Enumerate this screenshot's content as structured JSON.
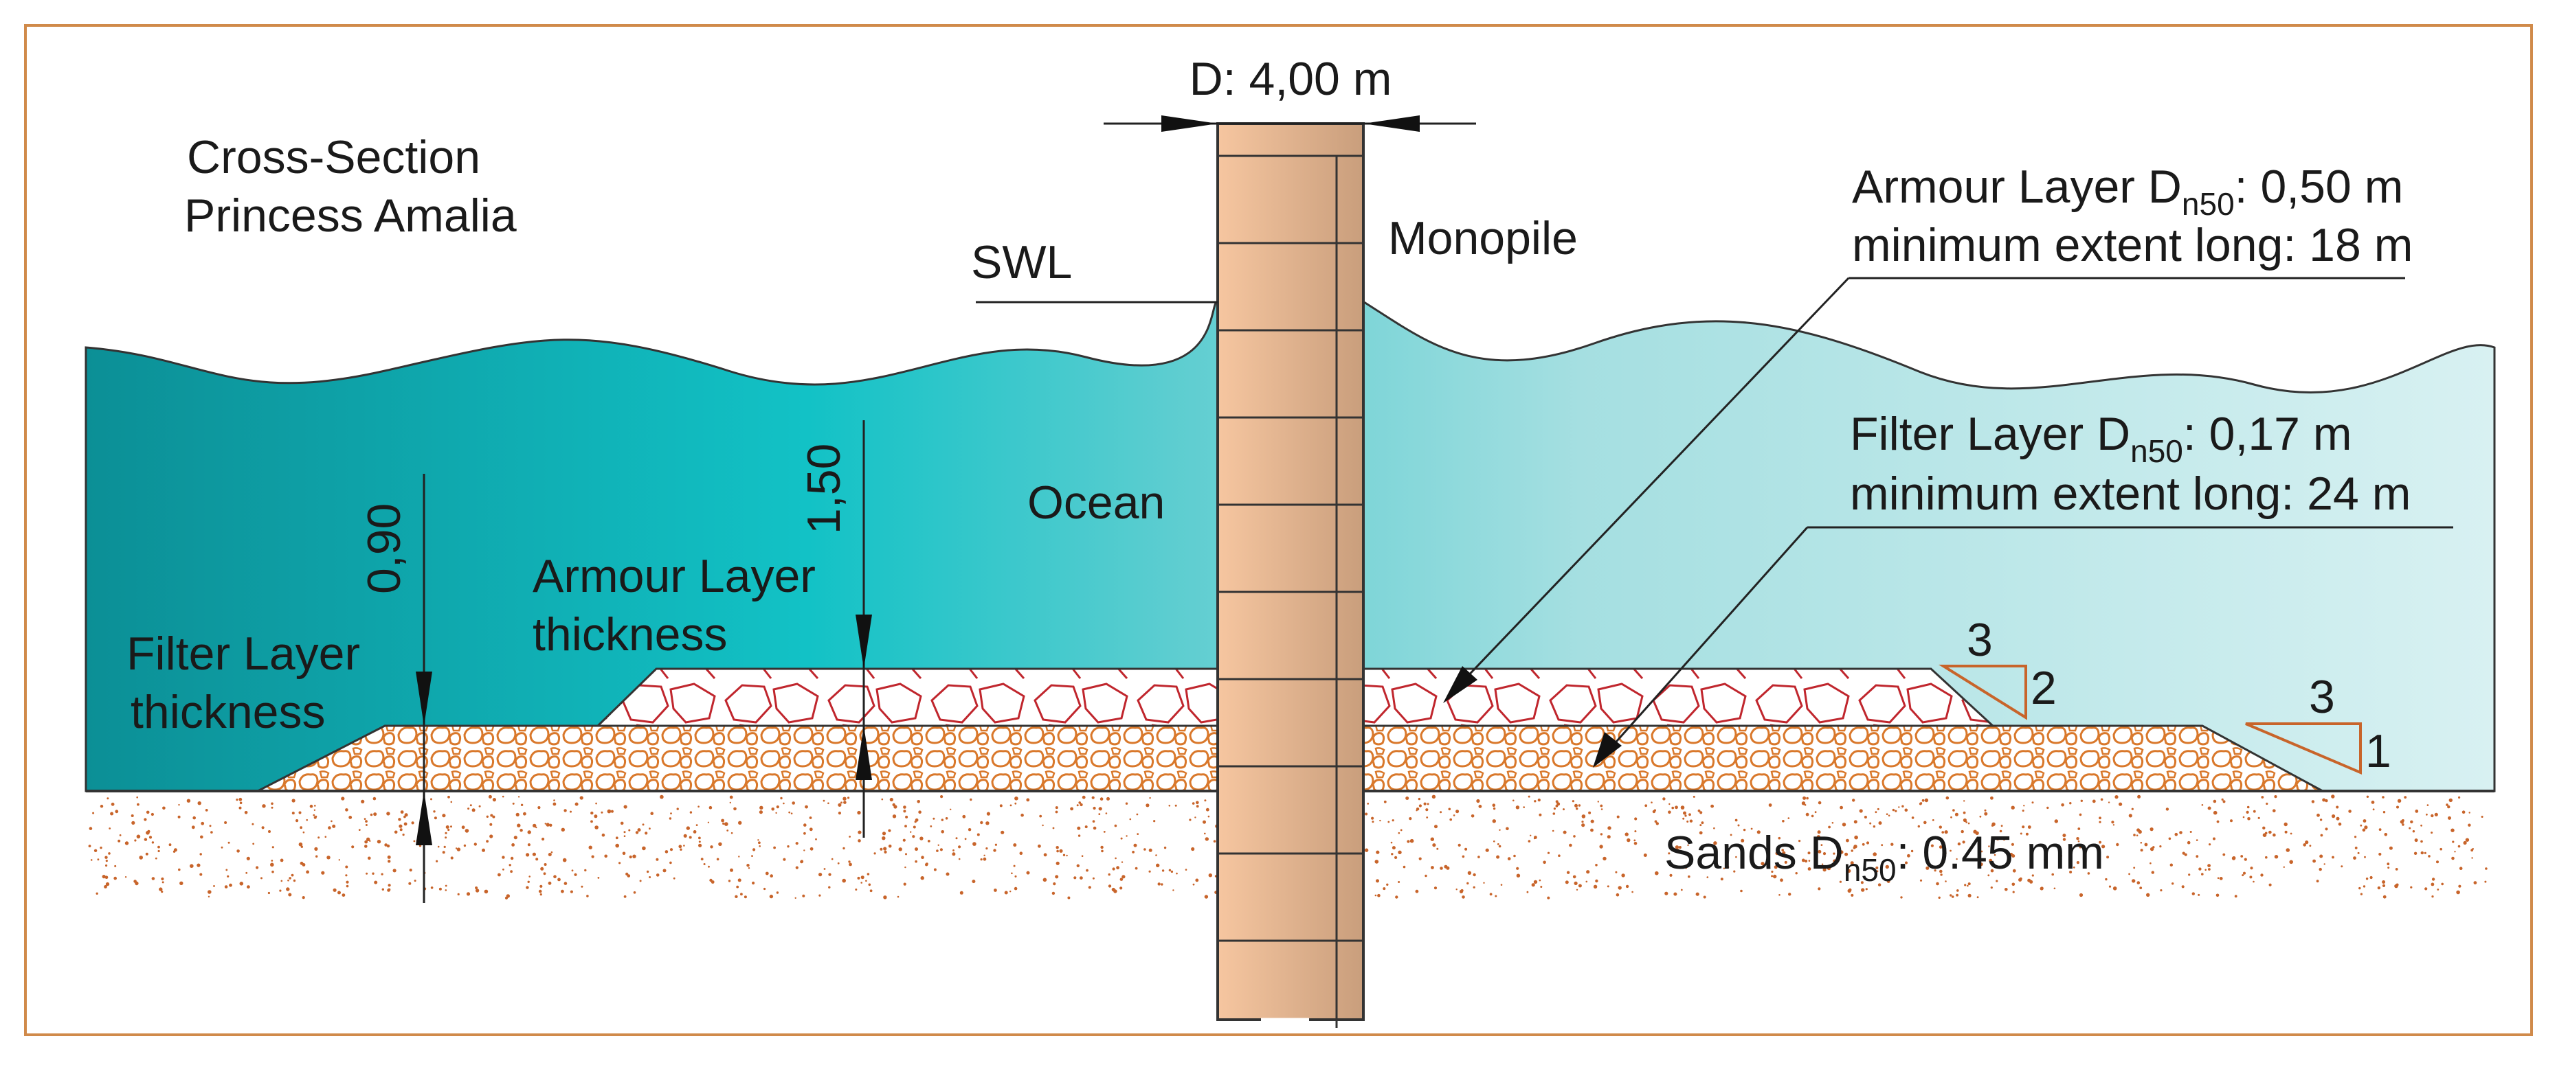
{
  "colors": {
    "frame": "#d08a4a",
    "water_deep": "#0aa6ab",
    "water_mid": "#34c6c8",
    "water_light": "#c9eef0",
    "sand_dot": "#c8642a",
    "filter_stone": "#d9782b",
    "armour_stone": "#c0262d",
    "pile_light": "#f3c19c",
    "pile_dark": "#c89a74",
    "ink": "#1a1a1a"
  },
  "title": {
    "line1": "Cross-Section",
    "line2": "Princess Amalia"
  },
  "labels": {
    "swl": "SWL",
    "monopile": "Monopile",
    "ocean": "Ocean",
    "diameter": "D: 4,00 m",
    "armour_thickness_line1": "Armour Layer",
    "armour_thickness_line2": "thickness",
    "filter_thickness_line1": "Filter Layer",
    "filter_thickness_line2": "thickness",
    "dim_filter": "0,90",
    "dim_armour": "1,50"
  },
  "armour_layer": {
    "prefix": "Armour Layer D",
    "subscript": "n50",
    "suffix": ": 0,50 m",
    "extent": "minimum extent long: 18 m"
  },
  "filter_layer": {
    "prefix": "Filter Layer D",
    "subscript": "n50",
    "suffix": ": 0,17 m",
    "extent": "minimum extent long: 24 m"
  },
  "sands": {
    "prefix": "Sands  D",
    "subscript": "n50",
    "suffix": ": 0.45 mm"
  },
  "slopes": {
    "armour": {
      "run": "3",
      "rise": "2"
    },
    "filter": {
      "run": "3",
      "rise": "1"
    }
  },
  "icons": {
    "dimension_arrow": "filled-triangle-arrowhead",
    "slope_indicator": "right-triangle"
  }
}
